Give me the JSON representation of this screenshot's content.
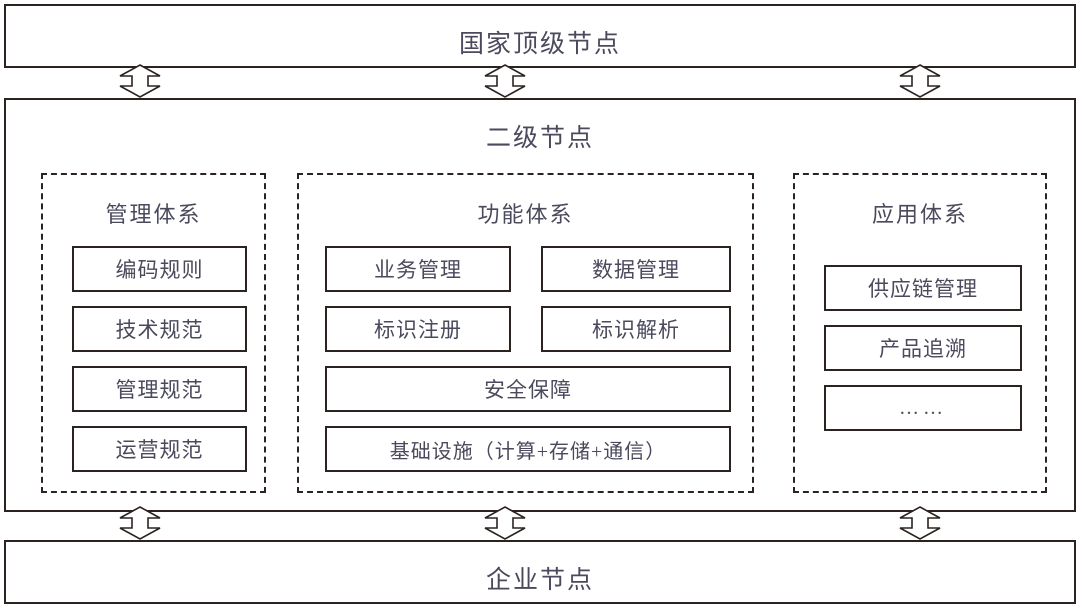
{
  "diagram": {
    "title_top": "国家顶级节点",
    "title_middle": "二级节点",
    "title_bottom": "企业节点",
    "connector_label": "双向箭头",
    "groups": [
      {
        "key": "management",
        "title": "管理体系",
        "items": [
          "编码规则",
          "技术规范",
          "管理规范",
          "运营规范"
        ]
      },
      {
        "key": "function",
        "title": "功能体系",
        "items": [
          "业务管理",
          "数据管理",
          "标识注册",
          "标识解析",
          "安全保障",
          "基础设施（计算+存储+通信）"
        ]
      },
      {
        "key": "application",
        "title": "应用体系",
        "items": [
          "供应链管理",
          "产品追溯",
          "……"
        ]
      }
    ]
  },
  "colors": {
    "line": "#2b2320",
    "text": "#4a4a5c",
    "background": "#ffffff"
  }
}
